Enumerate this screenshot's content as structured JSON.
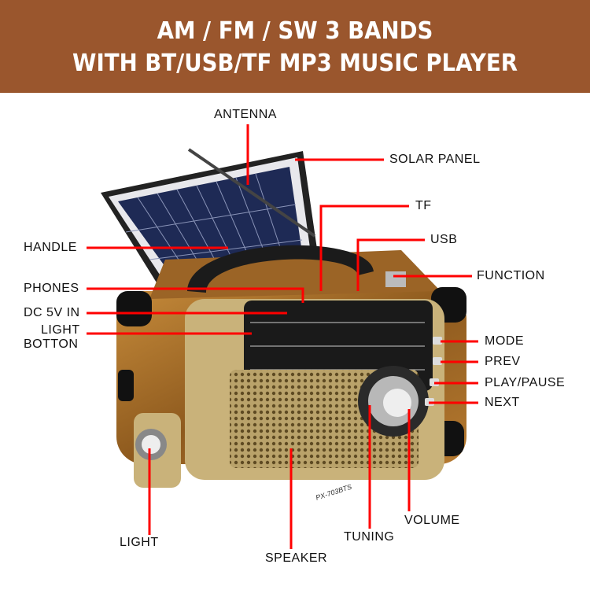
{
  "header": {
    "line1": "AM / FM / SW 3 BANDS",
    "line2": "WITH BT/USB/TF MP3 MUSIC PLAYER"
  },
  "model_label": "PX-703BTS",
  "callouts": {
    "antenna": "ANTENNA",
    "solar_panel": "SOLAR PANEL",
    "tf": "TF",
    "usb": "USB",
    "function": "FUNCTION",
    "handle": "HANDLE",
    "phones": "PHONES",
    "dc_in": "DC 5V IN",
    "light_button_1": "LIGHT",
    "light_button_2": "BOTTON",
    "mode": "MODE",
    "prev": "PREV",
    "play_pause": "PLAY/PAUSE",
    "next": "NEXT",
    "light": "LIGHT",
    "speaker": "SPEAKER",
    "tuning": "TUNING",
    "volume": "VOLUME"
  },
  "colors": {
    "header": "#9a562d",
    "callout_line": "#ff0000",
    "wood": "#a8702c",
    "gold": "#c9b27a"
  }
}
